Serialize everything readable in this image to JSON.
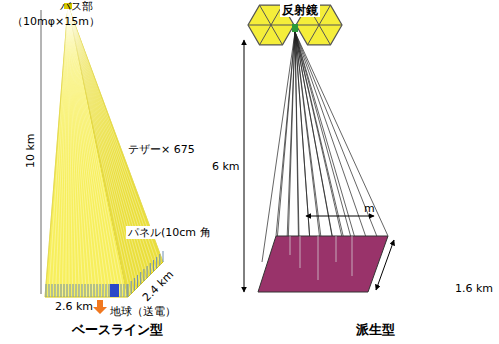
{
  "diagram": {
    "labels": [
      "バス部",
      "（10mφ×15m）",
      "10 km",
      "テザー× 675",
      "パネル(10cm 角",
      "2.6 km",
      "2.4 km",
      "地球（送電）",
      "ベースライン型",
      "反射鏡",
      "6 km",
      "m",
      "1.6 km",
      "派生型"
    ]
  }
}
